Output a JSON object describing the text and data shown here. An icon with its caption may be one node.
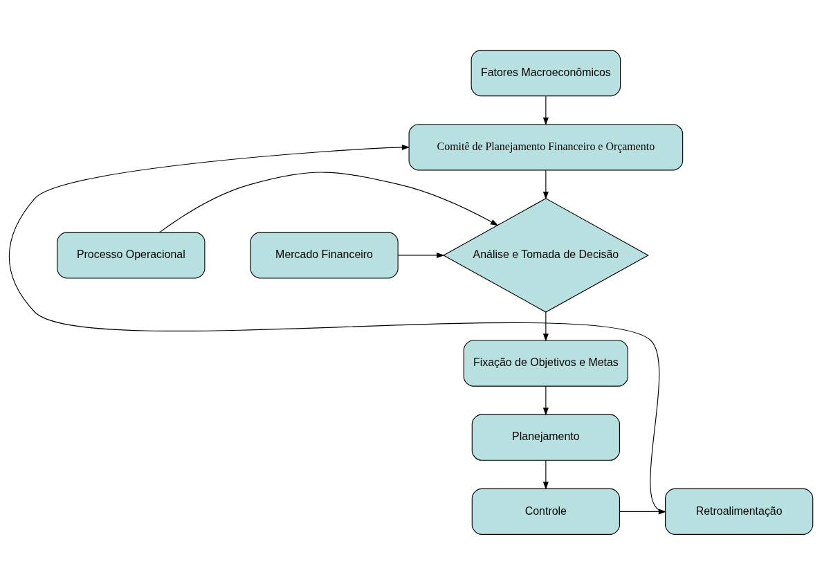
{
  "diagram": {
    "nodes": [
      {
        "text": [
          "Fatores Macroeconômicos"
        ]
      },
      {
        "text": [
          "Comitê de Planejamento Financeiro e Orçamento"
        ]
      },
      {
        "text": [
          "Análise e Tomada de Decisão"
        ]
      },
      {
        "text": [
          "Processo Operacional"
        ]
      },
      {
        "text": [
          "Mercado Financeiro"
        ]
      },
      {
        "text": [
          "Fixação de Objetivos e Metas"
        ]
      },
      {
        "text": [
          "Planejamento"
        ]
      },
      {
        "text": [
          "Controle"
        ]
      },
      {
        "text": [
          "Retroalimentação"
        ]
      }
    ],
    "edges": [
      {
        "from": 0,
        "to": 1,
        "arrow": "to"
      },
      {
        "from": 1,
        "to": 2,
        "arrow": "to"
      },
      {
        "from": 3,
        "to": 2,
        "arrow": "to"
      },
      {
        "from": 4,
        "to": 2,
        "arrow": "to"
      },
      {
        "from": 2,
        "to": 5,
        "arrow": "to"
      },
      {
        "from": 5,
        "to": 6,
        "arrow": "to"
      },
      {
        "from": 6,
        "to": 7,
        "arrow": "to"
      },
      {
        "from": 7,
        "to": 8,
        "arrow": "to"
      },
      {
        "from": 8,
        "to": 1,
        "arrow": "to"
      }
    ]
  }
}
